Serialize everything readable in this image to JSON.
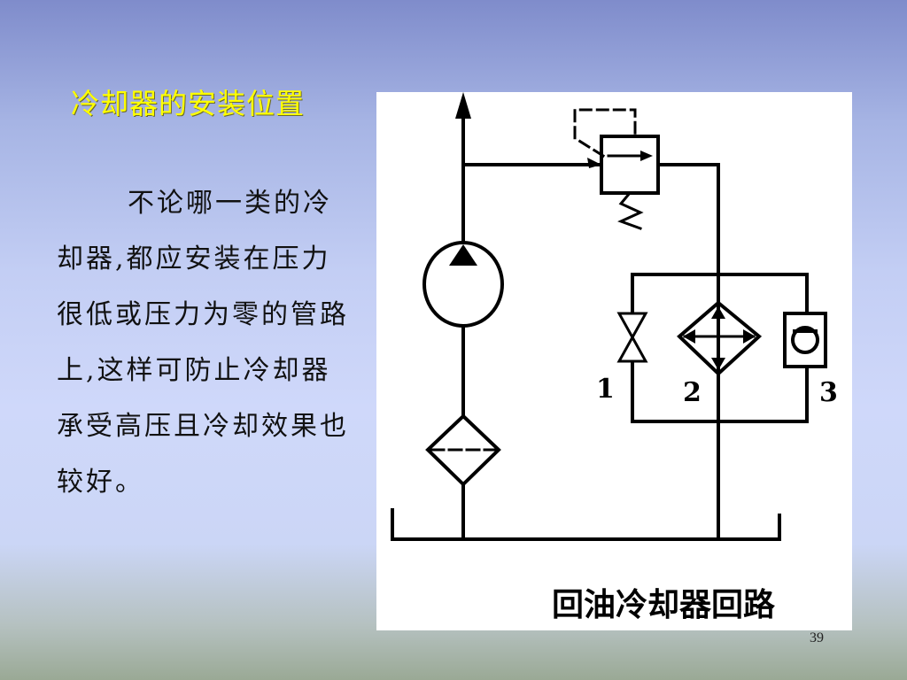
{
  "slide": {
    "title": "冷却器的安装位置",
    "body": "不论哪一类的冷却器,都应安装在压力很低或压力为零的管路上,这样可防止冷却器承受高压且冷却效果也较好。",
    "page_number": "39"
  },
  "diagram": {
    "caption": "回油冷却器回路",
    "labels": [
      "1",
      "2",
      "3"
    ]
  }
}
